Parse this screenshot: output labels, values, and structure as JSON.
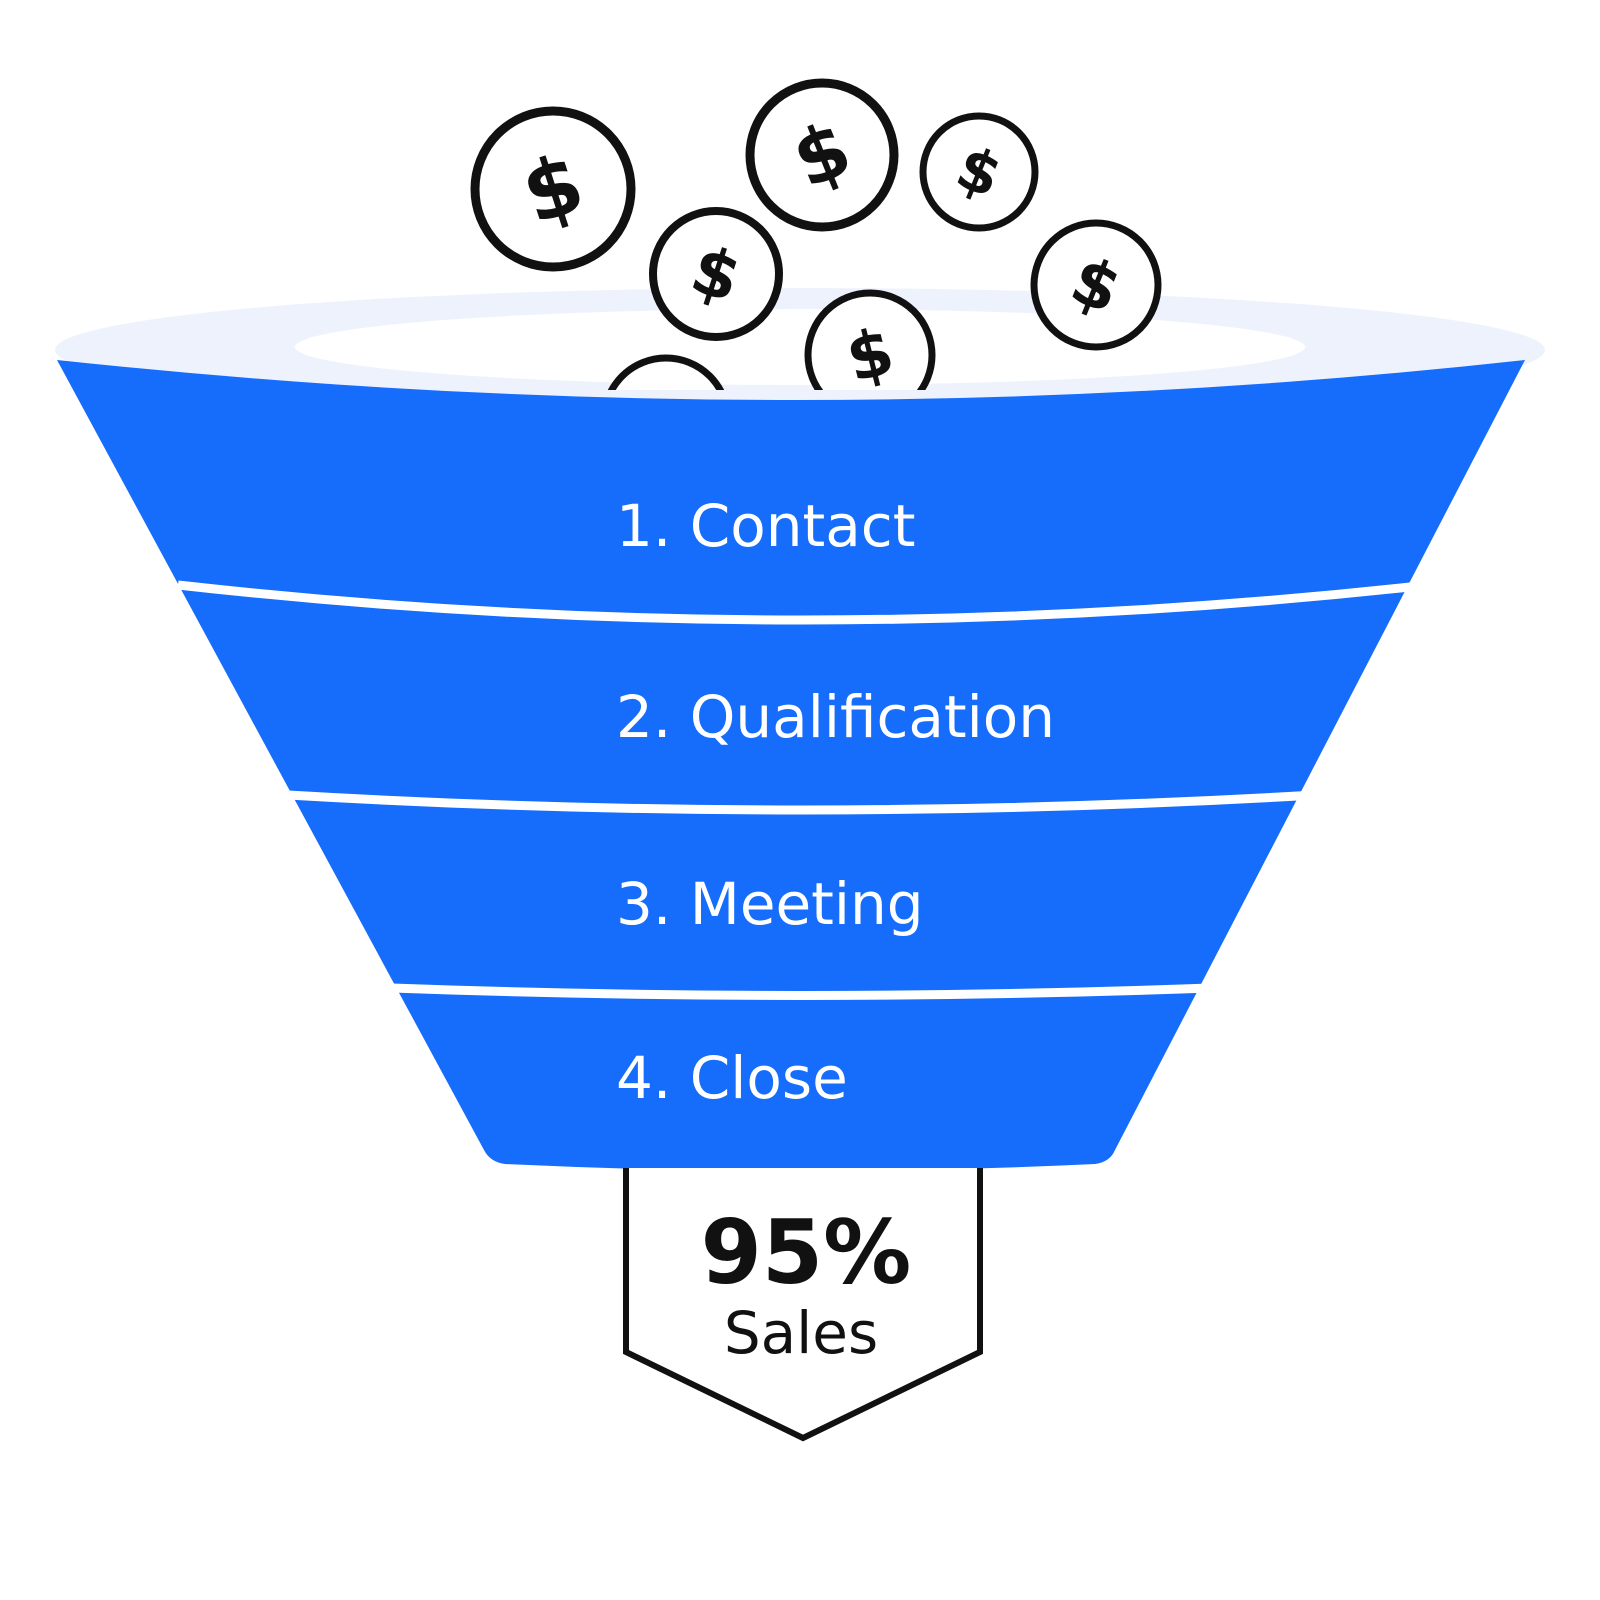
{
  "colors": {
    "funnel_fill": "#166dfb",
    "funnel_rim": "#eef2fc",
    "divider": "#ffffff",
    "coin_stroke": "#111111",
    "coin_fill": "#ffffff"
  },
  "coins": {
    "symbol": "$",
    "icon": "dollar-coin-icon"
  },
  "funnel": {
    "stages": [
      {
        "label": "1. Contact"
      },
      {
        "label": "2. Qualification"
      },
      {
        "label": "3. Meeting"
      },
      {
        "label": "4. Close"
      }
    ]
  },
  "result": {
    "value": "95%",
    "label": "Sales"
  }
}
